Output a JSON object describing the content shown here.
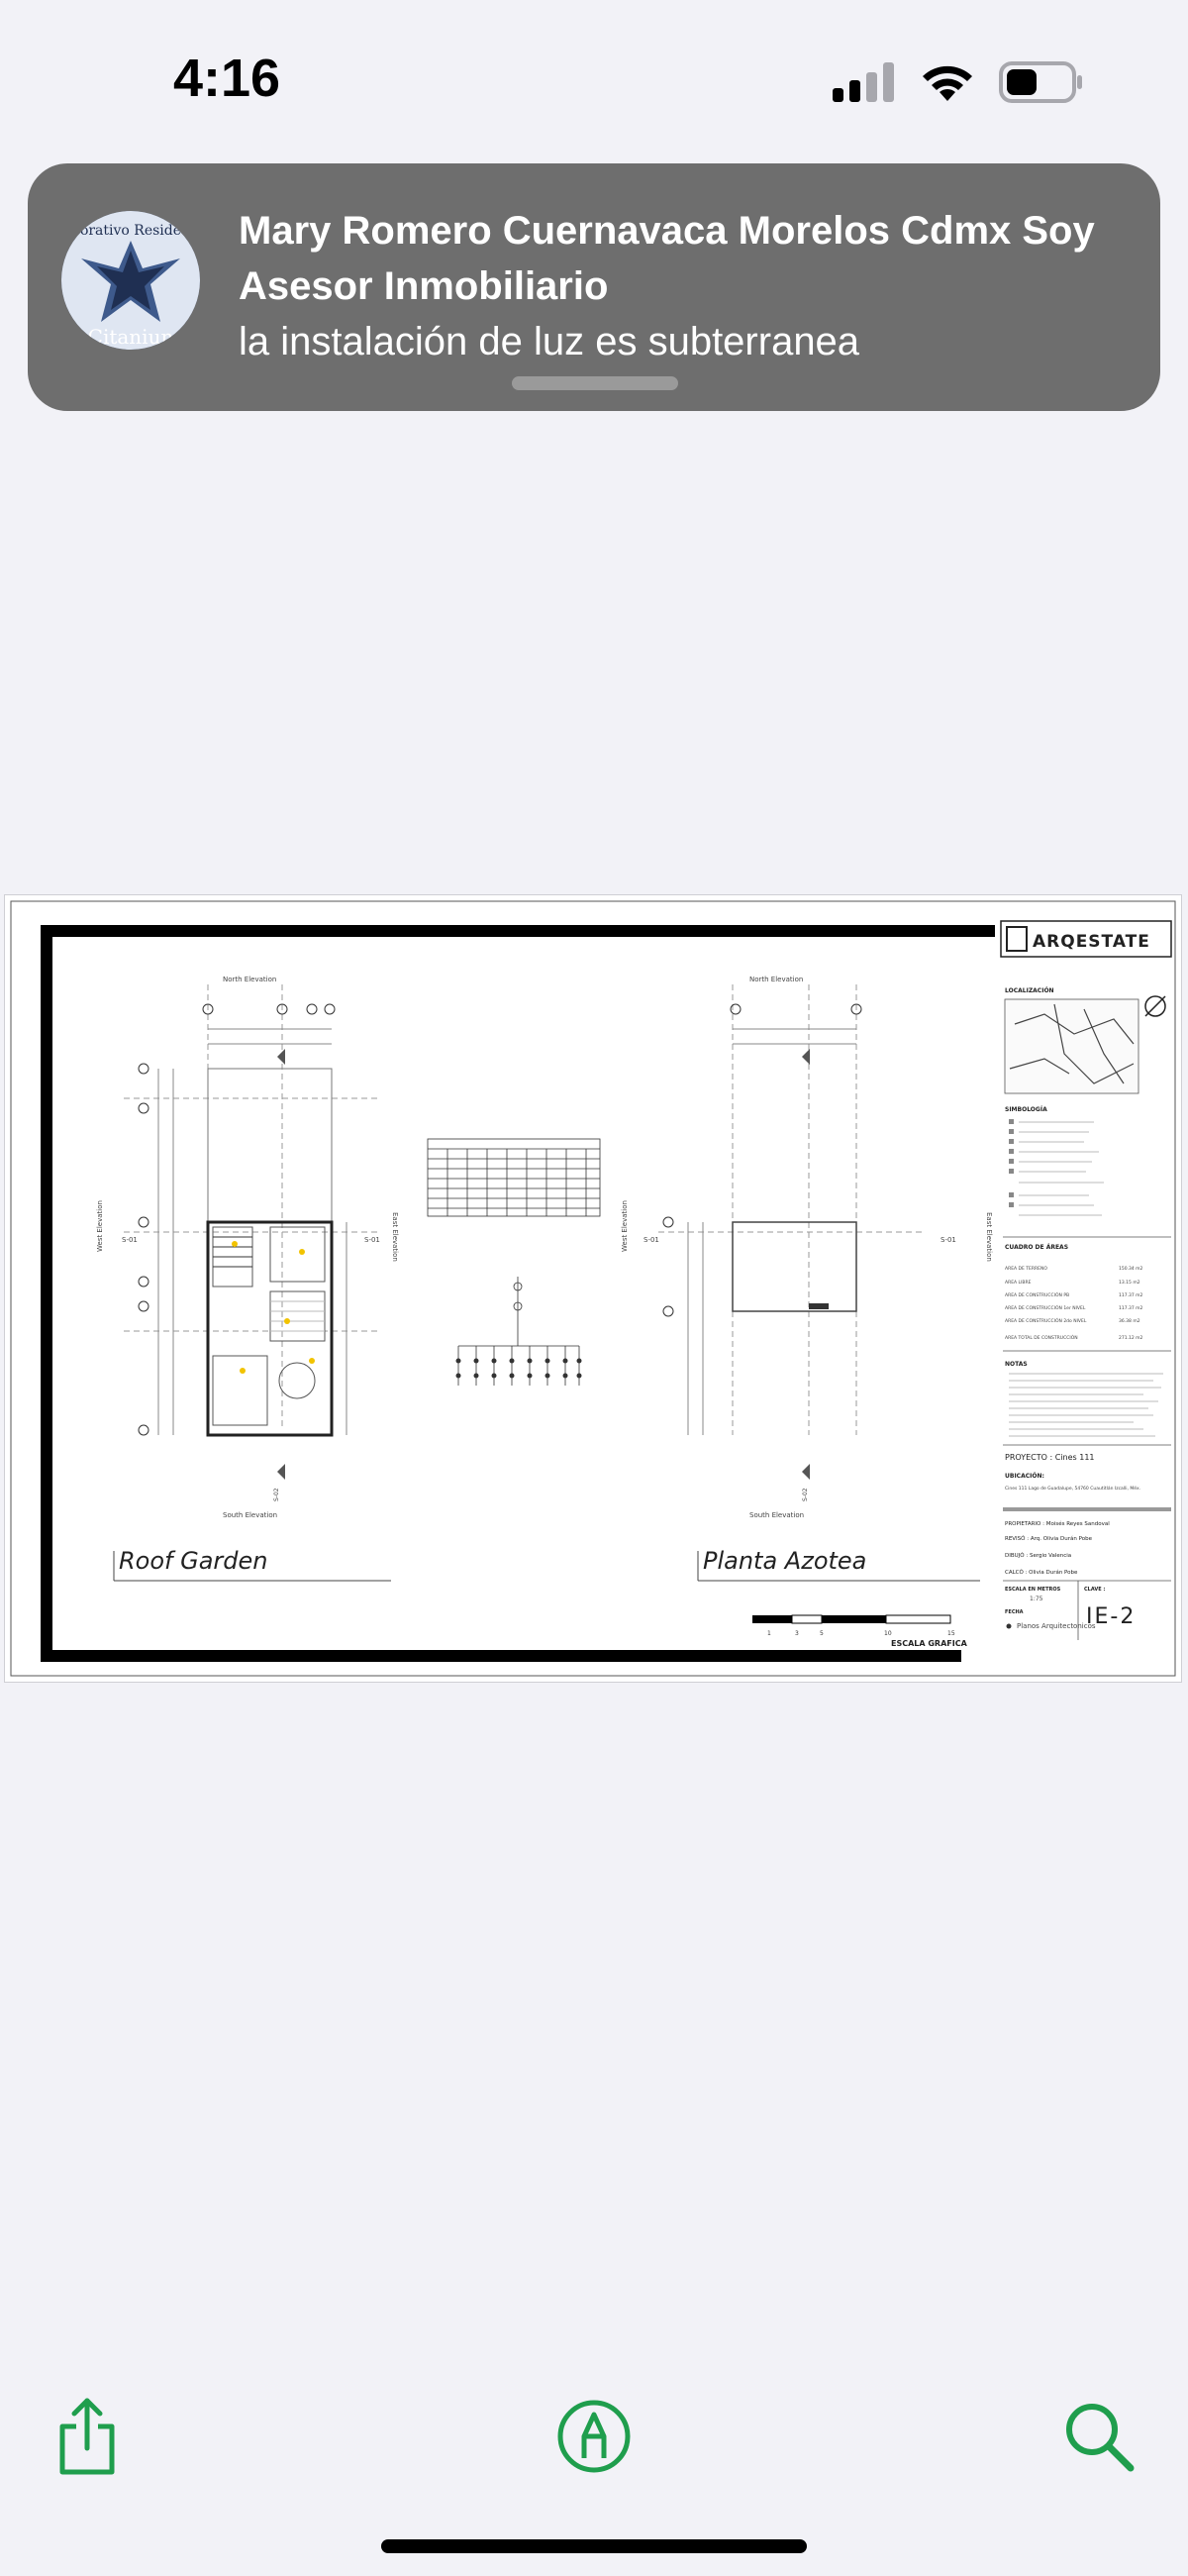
{
  "status_bar": {
    "time": "4:16"
  },
  "notification": {
    "title": "Mary Romero Cuernavaca Morelos Cdmx Soy Asesor Inmobiliario",
    "body": "la instalación de luz es subterranea",
    "avatar_text_top": "orativo Reside",
    "avatar_text_bottom": "Citaniun"
  },
  "drawing": {
    "plan_left_title": "Roof Garden",
    "plan_right_title": "Planta Azotea",
    "north_elevation": "North Elevation",
    "south_elevation": "South Elevation",
    "west_elevation": "West Elevation",
    "east_elevation": "East Elevation",
    "section_mark": "S-01",
    "section_mark_2": "S-02",
    "scale_bar_label": "ESCALA GRAFICA",
    "scale_ticks": [
      "1",
      "3",
      "5",
      "10",
      "15"
    ],
    "title_block": {
      "brand": "ARQESTATE",
      "localizacion": "LOCALIZACIÓN",
      "simbologia": "SIMBOLOGÍA",
      "cuadro_areas": "CUADRO DE ÁREAS",
      "areas": [
        {
          "label": "AREA DE TERRENO",
          "value": "150.34 m2"
        },
        {
          "label": "AREA LIBRE",
          "value": "13.15 m2"
        },
        {
          "label": "AREA DE CONSTRUCCIÓN PB",
          "value": "117.37 m2"
        },
        {
          "label": "AREA DE CONSTRUCCIÓN 1er NIVEL",
          "value": "117.37 m2"
        },
        {
          "label": "AREA DE CONSTRUCCIÓN 2do NIVEL",
          "value": "36.38 m2"
        },
        {
          "label": "AREA TOTAL DE CONSTRUCCIÓN",
          "value": "271.12 m2"
        }
      ],
      "notas": "NOTAS",
      "proyecto": "PROYECTO : Cines 111",
      "ubicacion": "UBICACIÓN:",
      "ubicacion_text": "Cines 111 Lago de Guadalupe, 54760 Cuautitlán Izcalli, Méx.",
      "propietario": "PROPIETARIO : Moisés Reyes Sandoval",
      "reviso": "REVISÓ : Arq. Olivia Durán Pobe",
      "dibujo": "DIBUJÓ : Sergio Valencia",
      "calculo": "CALCÓ : Olivia Durán Pobe",
      "escala": "ESCALA EN METROS",
      "escala_value": "1:75",
      "clave": "CLAVE :",
      "clave_value": "IE-2",
      "fecha": "FECHA",
      "planos": "Planos Arquitectonicos"
    }
  },
  "toolbar": {
    "share": "share-icon",
    "markup": "markup-icon",
    "search": "search-icon"
  },
  "colors": {
    "accent": "#1f9e4d",
    "notification_bg": "#6e6e6e"
  }
}
